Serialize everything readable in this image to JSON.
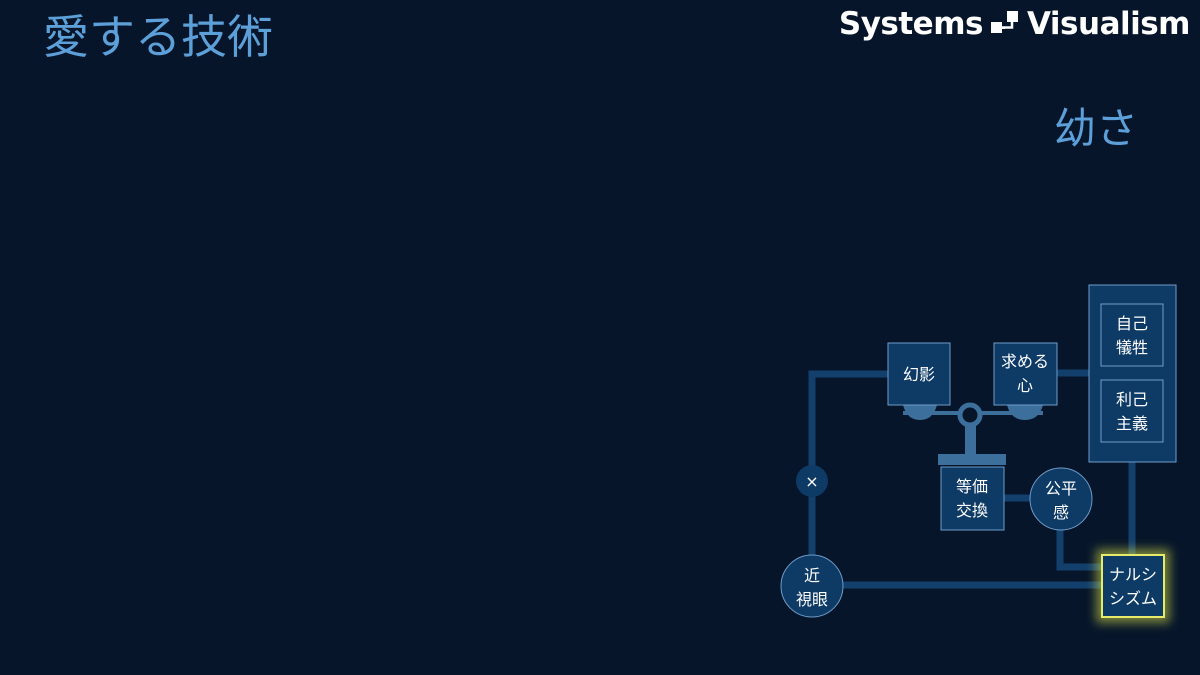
{
  "header": {
    "title": "愛する技術",
    "subtitle": "幼さ",
    "brand_left": "Systems",
    "brand_right": "Visualism"
  },
  "colors": {
    "background": "#06152a",
    "title": "#5d9fd8",
    "node_fill": "#0e3a66",
    "node_stroke": "#6f9cc8",
    "connector": "#123f6b",
    "highlight": "#d8e04a"
  },
  "diagram": {
    "nodes": {
      "genei": {
        "line1": "幻影"
      },
      "motomeru": {
        "line1": "求める",
        "line2": "心"
      },
      "jiko": {
        "line1": "自己",
        "line2": "犠牲"
      },
      "riko": {
        "line1": "利己",
        "line2": "主義"
      },
      "tokaI": {
        "line1": "等価",
        "line2": "交換"
      },
      "kohei": {
        "line1": "公平",
        "line2": "感"
      },
      "kinshi": {
        "line1": "近",
        "line2": "視眼"
      },
      "narcissism": {
        "line1": "ナルシ",
        "line2": "シズム"
      },
      "cross": {
        "symbol": "×"
      }
    }
  }
}
